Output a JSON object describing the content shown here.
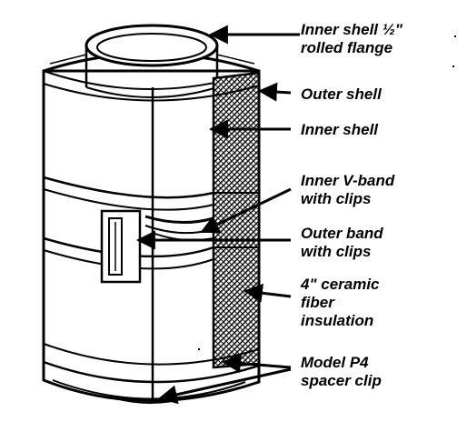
{
  "diagram": {
    "colors": {
      "ink": "#000000",
      "paper": "#ffffff",
      "hatch": "#1a1a1a"
    },
    "labels": [
      {
        "id": "inner-shell-flange",
        "lines": [
          "Inner shell ½\"",
          "rolled flange"
        ]
      },
      {
        "id": "outer-shell",
        "lines": [
          "Outer shell"
        ]
      },
      {
        "id": "inner-shell",
        "lines": [
          "Inner shell"
        ]
      },
      {
        "id": "inner-v-band",
        "lines": [
          "Inner V-band",
          "with clips"
        ]
      },
      {
        "id": "outer-band",
        "lines": [
          "Outer band",
          "with clips"
        ]
      },
      {
        "id": "ceramic-insulation",
        "lines": [
          "4\" ceramic",
          "fiber",
          "insulation"
        ]
      },
      {
        "id": "spacer-clip",
        "lines": [
          "Model P4",
          "spacer clip"
        ]
      }
    ]
  }
}
